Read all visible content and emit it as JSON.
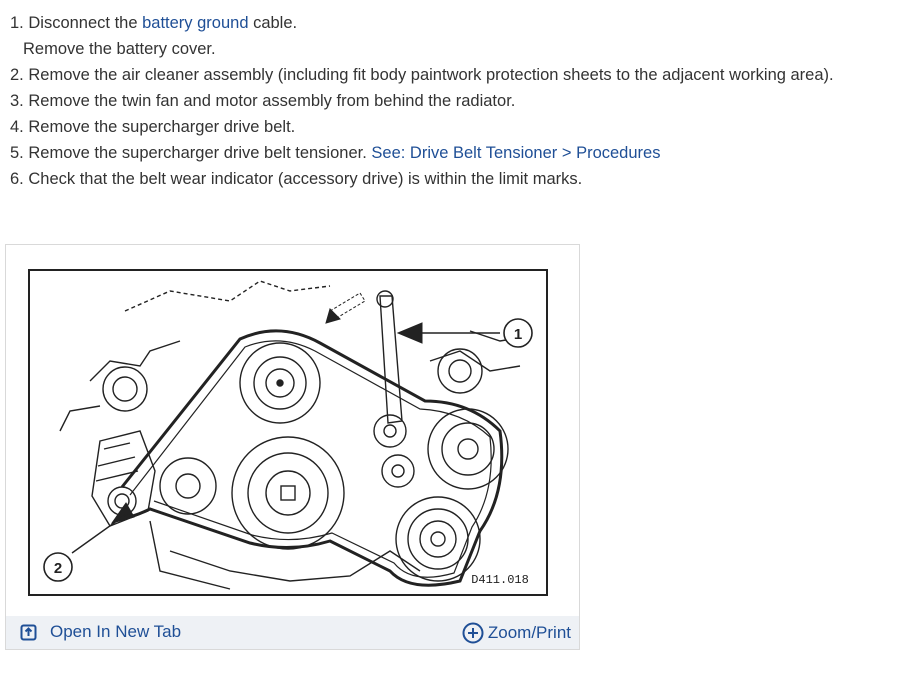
{
  "steps": [
    {
      "number": "1.",
      "text_before": "Disconnect the ",
      "link": "battery ground",
      "text_after": " cable."
    },
    {
      "text": "Remove the battery cover."
    },
    {
      "number": "2.",
      "text": "Remove the air cleaner assembly (including fit body paintwork protection sheets to the adjacent working area)."
    },
    {
      "number": "3.",
      "text": "Remove the twin fan and motor assembly from behind the radiator."
    },
    {
      "number": "4.",
      "text": "Remove the supercharger drive belt."
    },
    {
      "number": "5.",
      "text_before": "Remove the supercharger drive belt tensioner. ",
      "link": "See: Drive Belt Tensioner > Procedures"
    },
    {
      "number": "6.",
      "text": "Check that the belt wear indicator (accessory drive) is within the limit marks."
    }
  ],
  "figure": {
    "callout_1": "1",
    "callout_2": "2",
    "figure_code": "D411.018",
    "open_tab_label": "Open In New Tab",
    "zoom_label": "Zoom/Print",
    "open_tab_icon": "open-external-icon",
    "zoom_icon": "plus-circle-icon",
    "link_color": "#1f4f96",
    "footer_bg": "#eef1f5"
  }
}
